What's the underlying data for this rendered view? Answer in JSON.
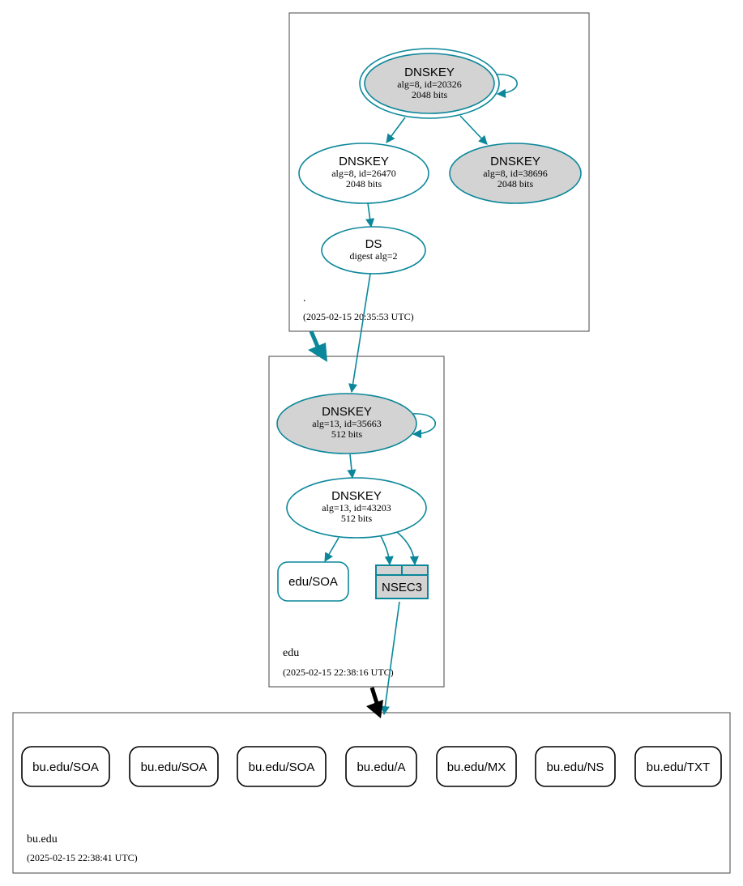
{
  "colors": {
    "accent": "#0a879a",
    "key_fill_gray": "#d3d3d3",
    "delegation_black": "#000000"
  },
  "zones": {
    "root": {
      "name": ".",
      "timestamp": "(2025-02-15 20:35:53 UTC)"
    },
    "edu": {
      "name": "edu",
      "timestamp": "(2025-02-15 22:38:16 UTC)"
    },
    "bu_edu": {
      "name": "bu.edu",
      "timestamp": "(2025-02-15 22:38:41 UTC)"
    }
  },
  "nodes": {
    "root_ksk": {
      "title": "DNSKEY",
      "line1": "alg=8, id=20326",
      "line2": "2048 bits"
    },
    "root_zsk": {
      "title": "DNSKEY",
      "line1": "alg=8, id=26470",
      "line2": "2048 bits"
    },
    "root_key3": {
      "title": "DNSKEY",
      "line1": "alg=8, id=38696",
      "line2": "2048 bits"
    },
    "edu_ds": {
      "title": "DS",
      "line1": "digest alg=2"
    },
    "edu_ksk": {
      "title": "DNSKEY",
      "line1": "alg=13, id=35663",
      "line2": "512 bits"
    },
    "edu_zsk": {
      "title": "DNSKEY",
      "line1": "alg=13, id=43203",
      "line2": "512 bits"
    },
    "edu_soa": {
      "label": "edu/SOA"
    },
    "edu_nsec3": {
      "label": "NSEC3"
    }
  },
  "bu_records": [
    "bu.edu/SOA",
    "bu.edu/SOA",
    "bu.edu/SOA",
    "bu.edu/A",
    "bu.edu/MX",
    "bu.edu/NS",
    "bu.edu/TXT"
  ]
}
